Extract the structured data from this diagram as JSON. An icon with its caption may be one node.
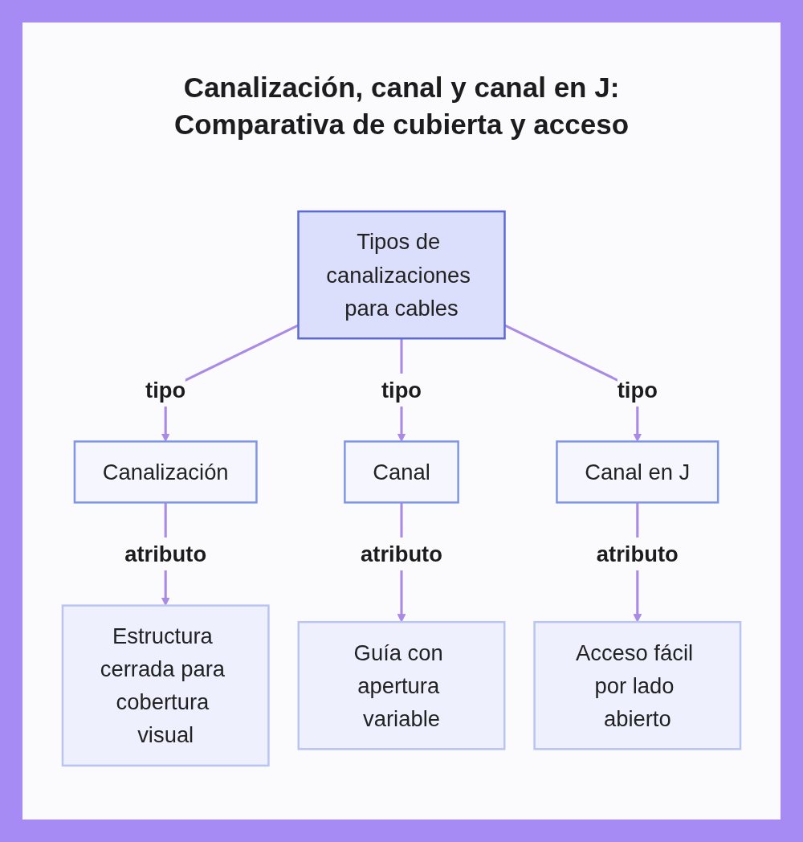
{
  "diagram": {
    "title": "Canalización, canal y canal en J: Comparativa de cubierta y acceso",
    "nodes": [
      {
        "text": [
          "Tipos de canalizaciones para cables"
        ]
      },
      {
        "text": [
          "Canalización"
        ]
      },
      {
        "text": [
          "Canal"
        ]
      },
      {
        "text": [
          "Canal en J"
        ]
      },
      {
        "text": [
          "Estructura cerrada para cobertura visual"
        ]
      },
      {
        "text": [
          "Guía con apertura variable"
        ]
      },
      {
        "text": [
          "Acceso fácil por lado abierto"
        ]
      }
    ],
    "edges": [
      {
        "from": 0,
        "to": 1,
        "arrow": "to",
        "label": "tipo"
      },
      {
        "from": 0,
        "to": 2,
        "arrow": "to",
        "label": "tipo"
      },
      {
        "from": 0,
        "to": 3,
        "arrow": "to",
        "label": "tipo"
      },
      {
        "from": 1,
        "to": 4,
        "arrow": "to",
        "label": "atributo"
      },
      {
        "from": 2,
        "to": 5,
        "arrow": "to",
        "label": "atributo"
      },
      {
        "from": 3,
        "to": 6,
        "arrow": "to",
        "label": "atributo"
      }
    ]
  }
}
